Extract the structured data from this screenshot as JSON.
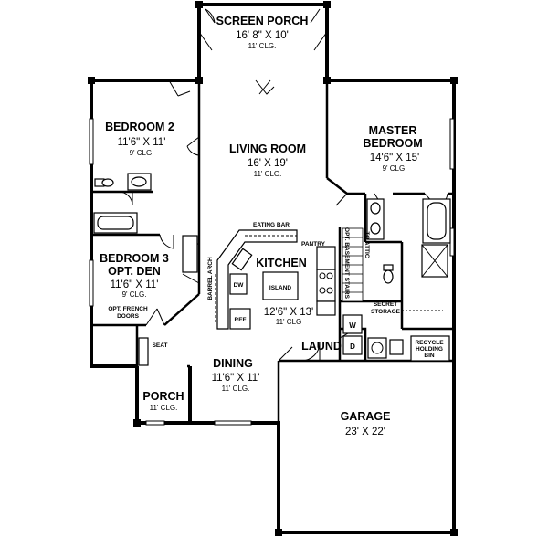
{
  "rooms": {
    "screen_porch": {
      "name": "SCREEN PORCH",
      "dims": "16' 8\" X 10'",
      "ceiling": "11' CLG."
    },
    "bedroom2": {
      "name": "BEDROOM 2",
      "dims": "11'6\" X 11'",
      "ceiling": "9' CLG."
    },
    "living": {
      "name": "LIVING ROOM",
      "dims": "16' X 19'",
      "ceiling": "11' CLG."
    },
    "master": {
      "name1": "MASTER",
      "name2": "BEDROOM",
      "dims": "14'6\" X 15'",
      "ceiling": "9' CLG."
    },
    "bedroom3": {
      "name1": "BEDROOM 3",
      "name2": "OPT. DEN",
      "dims": "11'6\" X 11'",
      "ceiling": "9' CLG."
    },
    "kitchen": {
      "name": "KITCHEN",
      "dims": "12'6\" X 13'",
      "ceiling": "11' CLG"
    },
    "dining": {
      "name": "DINING",
      "dims": "11'6\" X 11'",
      "ceiling": "11' CLG."
    },
    "porch": {
      "name": "PORCH",
      "ceiling": "11' CLG."
    },
    "garage": {
      "name": "GARAGE",
      "dims": "23' X 22'"
    },
    "laundry": {
      "name": "LAUND"
    }
  },
  "labels": {
    "eating_bar": "EATING BAR",
    "pantry": "PANTRY",
    "to_attic": "TO ATTIC",
    "basement_stairs": "OPT. BASEMENT STAIRS",
    "barrel_arch": "BARREL ARCH",
    "dw": "DW",
    "ref": "REF",
    "island": "ISLAND",
    "french_doors_1": "OPT. FRENCH",
    "french_doors_2": "DOORS",
    "seat": "SEAT",
    "secret_storage_1": "SECRET",
    "secret_storage_2": "STORAGE",
    "washer": "W",
    "dryer": "D",
    "recycle_1": "RECYCLE",
    "recycle_2": "HOLDING",
    "recycle_3": "BIN"
  }
}
